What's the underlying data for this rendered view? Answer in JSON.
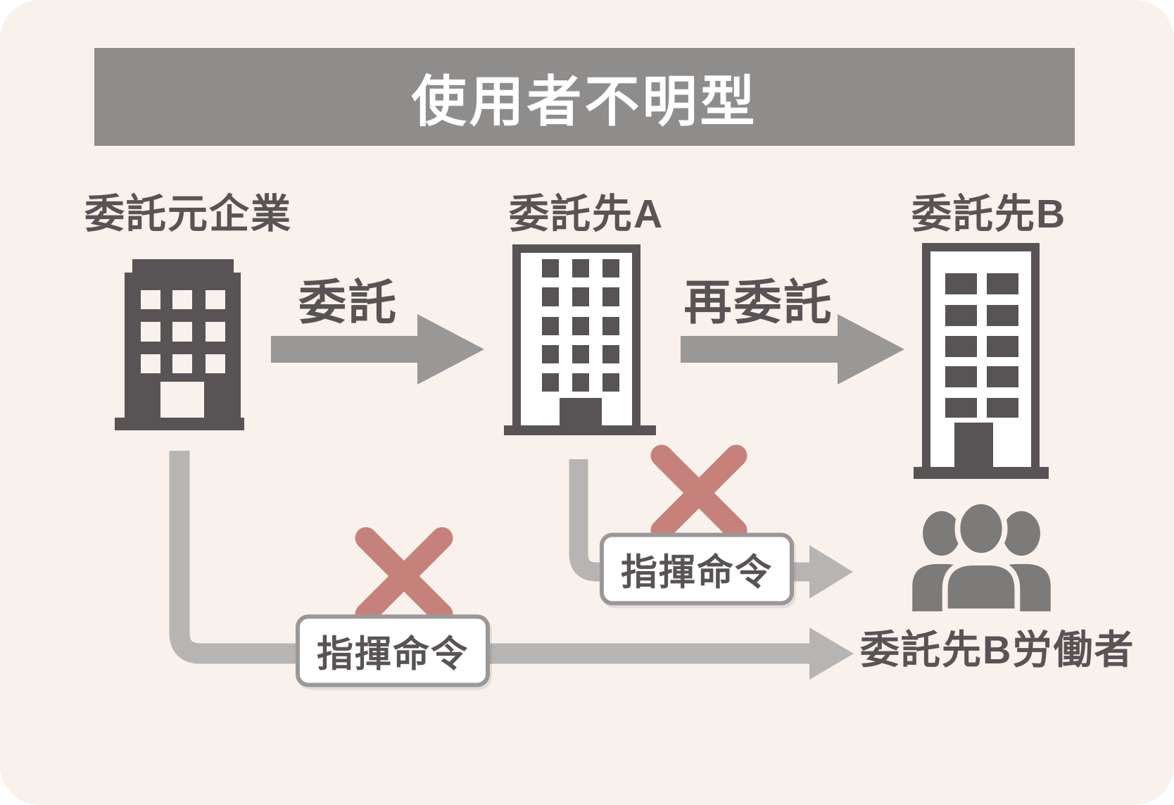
{
  "title": "使用者不明型",
  "nodes": {
    "client": {
      "label": "委託元企業",
      "icon": "building-solid"
    },
    "contractor_a": {
      "label": "委託先A",
      "icon": "building-outline"
    },
    "contractor_b": {
      "label": "委託先B",
      "icon": "building-outline"
    },
    "workers": {
      "label": "委託先B労働者",
      "icon": "people-group"
    }
  },
  "arrows": {
    "entrust": {
      "label": "委託",
      "from": "client",
      "to": "contractor_a",
      "blocked": false
    },
    "re_entrust": {
      "label": "再委託",
      "from": "contractor_a",
      "to": "contractor_b",
      "blocked": false
    },
    "command_from_a": {
      "label": "指揮命令",
      "from": "contractor_a",
      "to": "workers",
      "blocked": true
    },
    "command_from_client": {
      "label": "指揮命令",
      "from": "client",
      "to": "workers",
      "blocked": true
    }
  },
  "colors": {
    "card_background": "#f8f1ec",
    "title_bar": "#8f8c8c",
    "dark_gray": "#585355",
    "mid_gray_arrow": "#9a9797",
    "light_gray_arrow": "#b7b5b4",
    "blocked_x": "#c6817b",
    "people_gray": "#7d7a7a",
    "label_box_border": "#9a9797"
  }
}
